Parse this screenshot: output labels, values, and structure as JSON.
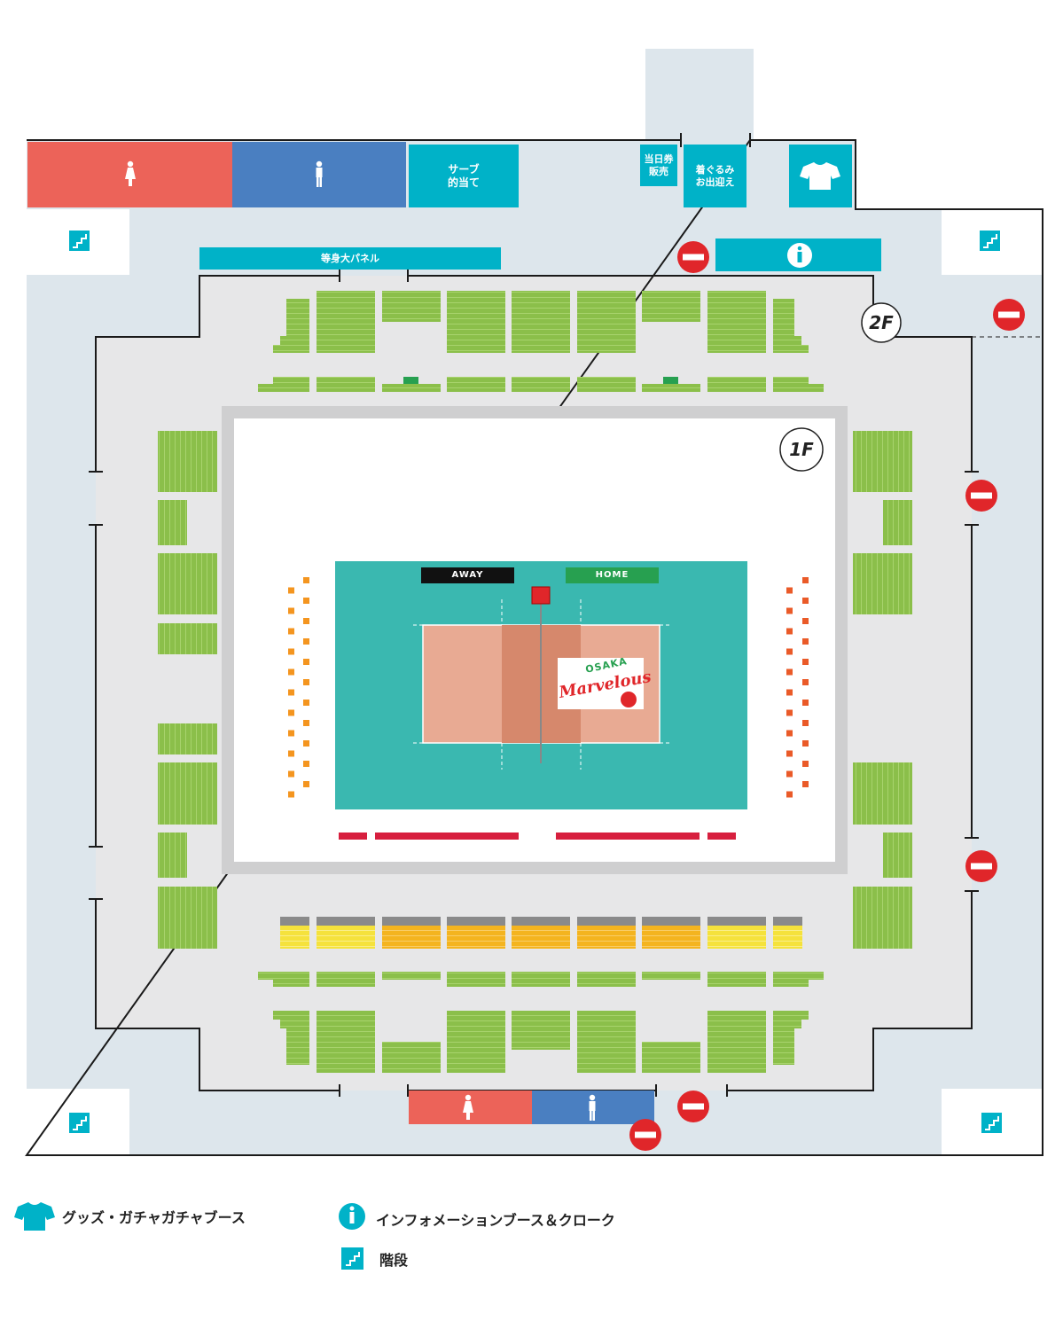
{
  "venue_labels": {
    "serve_target": "サーブ\n的当て",
    "same_day_ticket": "当日券\n販売",
    "mascot_greeting": "着ぐるみ\nお出迎え",
    "life_size_panel": "等身大パネル",
    "floor_2f": "2F",
    "floor_1f": "1F",
    "away_label": "AWAY",
    "home_label": "HOME",
    "team_logo_top": "OSAKA",
    "team_logo_bottom": "Marvelous"
  },
  "legend": {
    "goods": "グッズ・ガチャガチャブース",
    "info": "インフォメーションブース＆クローク",
    "stairs": "階段"
  },
  "colors": {
    "women_restroom": "#ec6359",
    "men_restroom": "#4a7fc1",
    "facility": "#00b2c8",
    "seat_green": "#8bbf4a",
    "court_floor": "#3ab8b0",
    "court_play": "#e8aa93",
    "no_entry": "#e0262a",
    "away": "#111111",
    "home": "#27a050"
  }
}
